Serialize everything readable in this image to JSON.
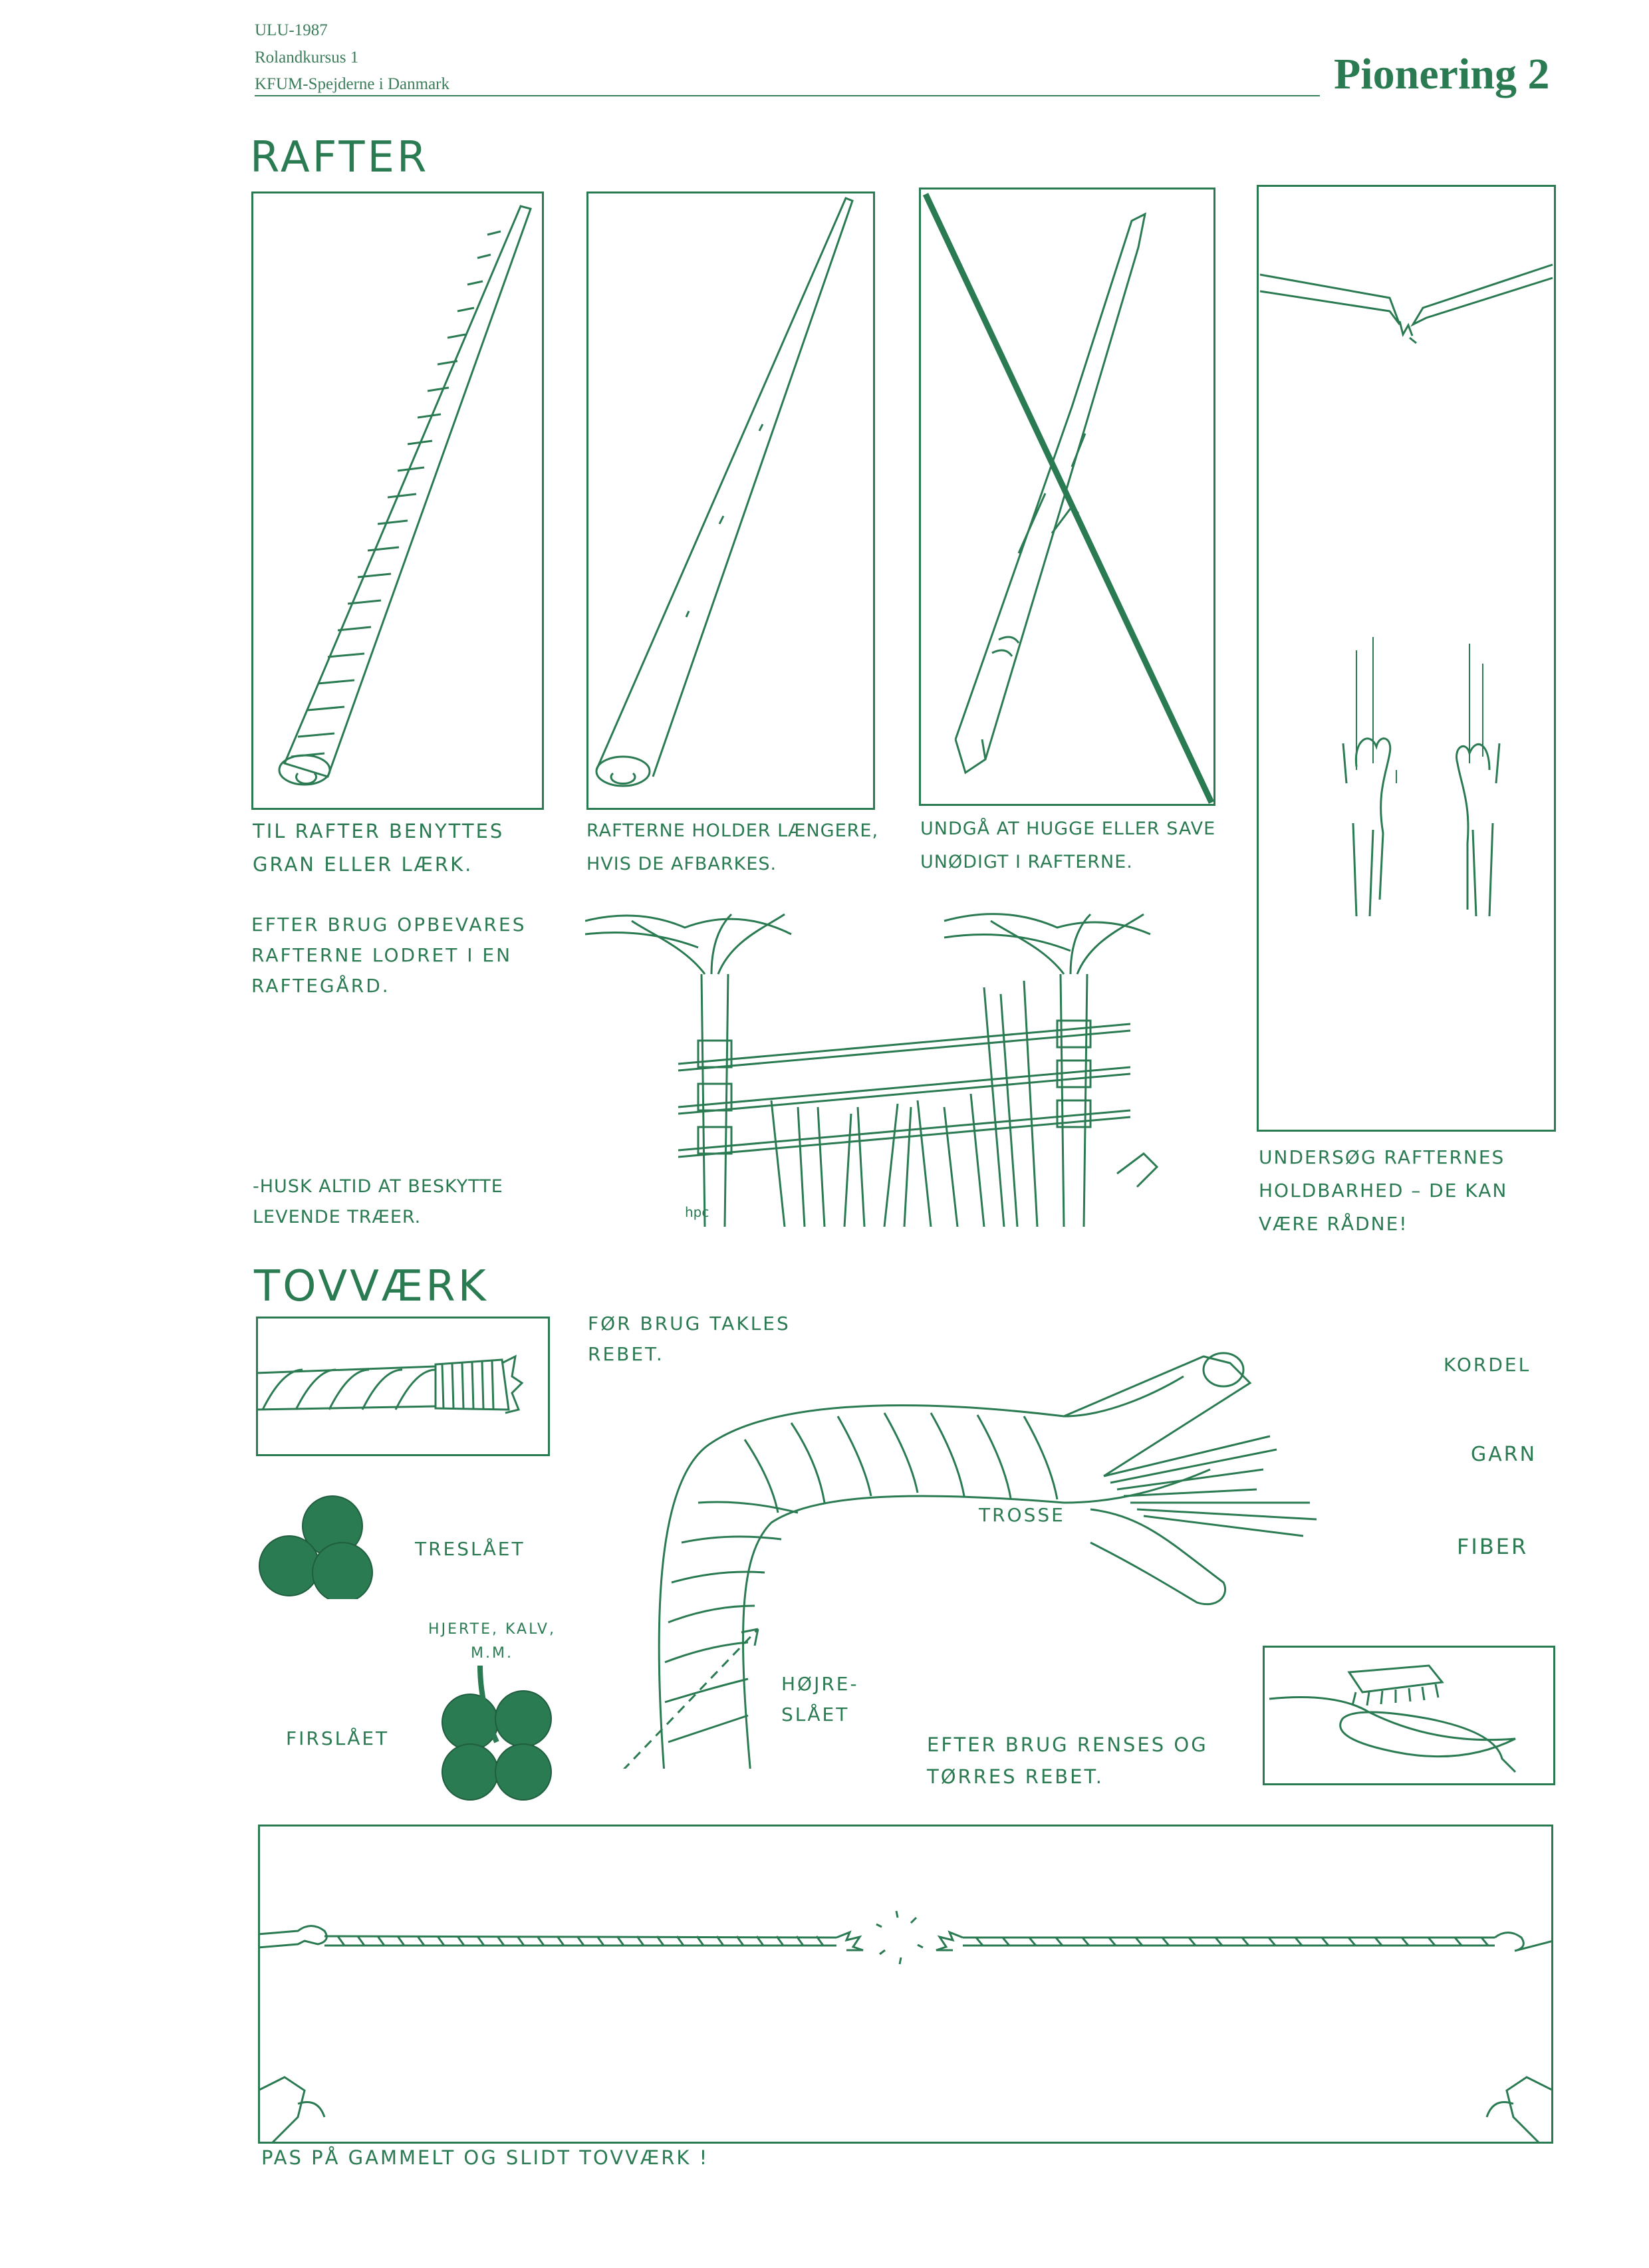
{
  "header": {
    "line1": "ULU-1987",
    "line2": "Rolandkursus 1",
    "line3": "KFUM-Spejderne i Danmark",
    "page_title": "Pionering 2"
  },
  "rafter": {
    "heading": "RAFTER",
    "caption1": "TIL RAFTER BENYTTES GRAN ELLER LÆRK.",
    "caption2": "RAFTERNE HOLDER LÆNGERE, HVIS DE AFBARKES.",
    "caption3": "UNDGÅ AT HUGGE ELLER SAVE UNØDIGT I RAFTERNE.",
    "caption4": "UNDERSØG RAFTERNES HOLDBARHED – DE KAN VÆRE RÅDNE!",
    "storage_note": "EFTER BRUG OPBEVARES RAFTERNE LODRET I EN RAFTEGÅRD.",
    "protect_note": "-HUSK ALTID AT BESKYTTE LEVENDE TRÆER.",
    "signature": "hpc"
  },
  "tovvaerk": {
    "heading": "TOVVÆRK",
    "whip_note": "FØR BRUG TAKLES REBET.",
    "label_treslaet": "TRESLÅET",
    "label_hjerte": "HJERTE, KALV, M.M.",
    "label_firslaet": "FIRSLÅET",
    "label_trosse": "TROSSE",
    "label_kordel": "KORDEL",
    "label_garn": "GARN",
    "label_fiber": "FIBER",
    "label_hojreslaet": "HØJRE- SLÅET",
    "clean_note": "EFTER BRUG RENSES OG TØRRES REBET.",
    "old_rope_warning": "PAS PÅ GAMMELT OG SLIDT TOVVÆRK !"
  },
  "colors": {
    "ink": "#2a7a52",
    "paper": "#ffffff"
  }
}
